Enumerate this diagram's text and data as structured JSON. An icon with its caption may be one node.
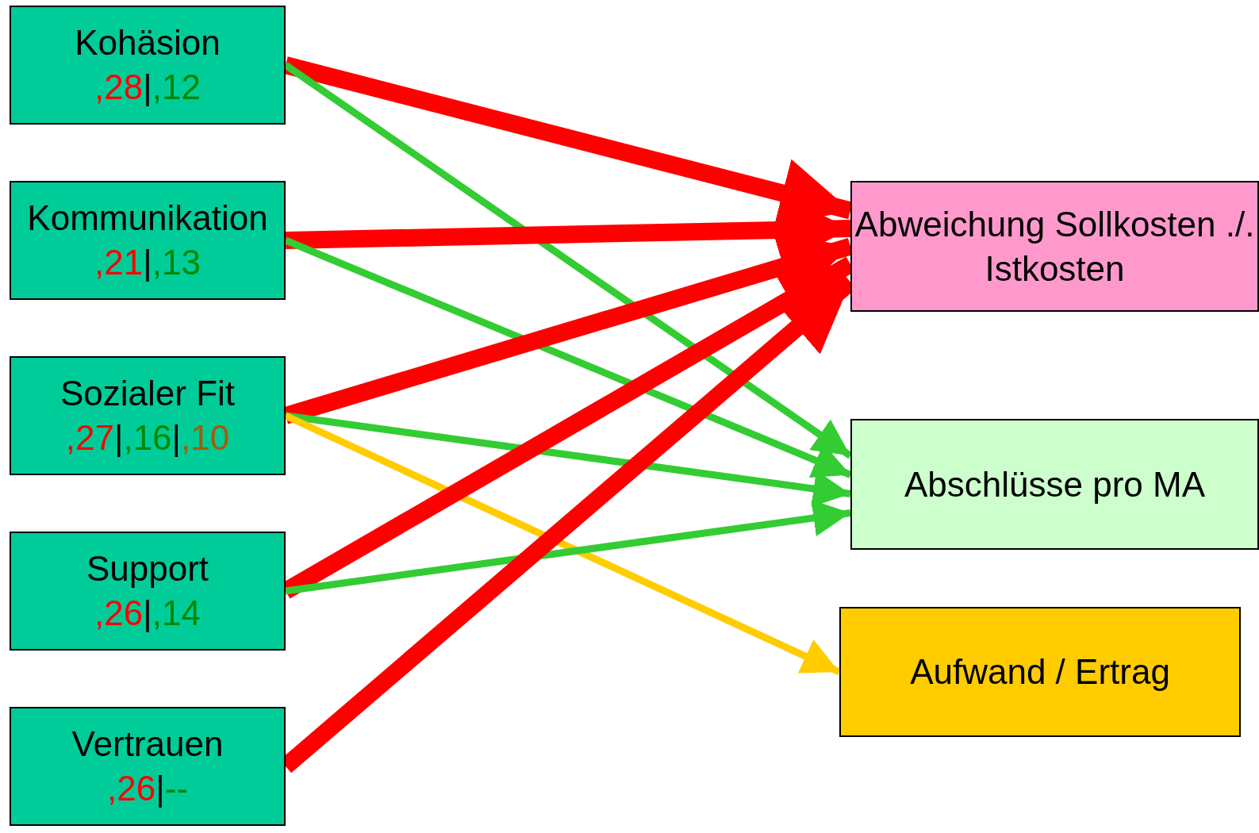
{
  "diagram": {
    "nodes": [
      {
        "text": [
          "Kohäsion",
          ",28|,12"
        ]
      },
      {
        "text": [
          "Kommunikation",
          ",21|,13"
        ]
      },
      {
        "text": [
          "Sozialer Fit",
          ",27|,16|,10"
        ]
      },
      {
        "text": [
          "Support",
          ",26|,14"
        ]
      },
      {
        "text": [
          "Vertrauen",
          ",26|--"
        ]
      },
      {
        "text": [
          "Abweichung Sollkosten ./. Istkosten"
        ]
      },
      {
        "text": [
          "Abschlüsse pro MA"
        ]
      },
      {
        "text": [
          "Aufwand / Ertrag"
        ]
      }
    ],
    "edges": [
      {
        "from": 0,
        "to": 5,
        "arrow": "to",
        "style": "thick"
      },
      {
        "from": 0,
        "to": 6,
        "arrow": "to",
        "color": "#33cc33"
      },
      {
        "from": 1,
        "to": 5,
        "arrow": "to",
        "style": "thick"
      },
      {
        "from": 1,
        "to": 6,
        "arrow": "to",
        "color": "#33cc33"
      },
      {
        "from": 2,
        "to": 5,
        "arrow": "to",
        "style": "thick"
      },
      {
        "from": 2,
        "to": 6,
        "arrow": "to",
        "color": "#33cc33"
      },
      {
        "from": 2,
        "to": 7,
        "arrow": "to",
        "color": "#ffcc00"
      },
      {
        "from": 3,
        "to": 5,
        "arrow": "to",
        "style": "thick"
      },
      {
        "from": 3,
        "to": 6,
        "arrow": "to",
        "color": "#33cc33"
      },
      {
        "from": 4,
        "to": 5,
        "arrow": "to",
        "style": "thick"
      }
    ]
  }
}
